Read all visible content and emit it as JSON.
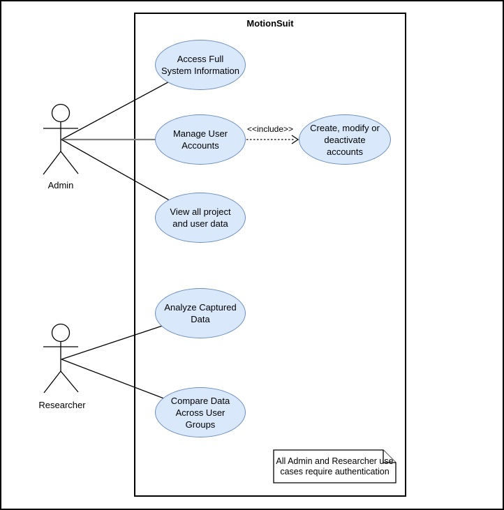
{
  "diagram": {
    "type": "uml-use-case",
    "system_title": "MotionSuit",
    "actors": [
      {
        "label": "Admin"
      },
      {
        "label": "Researcher"
      }
    ],
    "use_cases": [
      {
        "label": "Access Full System Information"
      },
      {
        "label": "Manage User Accounts"
      },
      {
        "label": "Create, modify or deactivate accounts"
      },
      {
        "label": "View all project and user data"
      },
      {
        "label": "Analyze Captured Data"
      },
      {
        "label": "Compare Data Across User Groups"
      }
    ],
    "relationships": {
      "include_label": "<<include>>",
      "associations": [
        {
          "from": "Admin",
          "to": "Access Full System Information",
          "style": "solid"
        },
        {
          "from": "Admin",
          "to": "Manage User Accounts",
          "style": "solid-gray-highlight"
        },
        {
          "from": "Admin",
          "to": "View all project and user data",
          "style": "solid"
        },
        {
          "from": "Researcher",
          "to": "Analyze Captured Data",
          "style": "solid"
        },
        {
          "from": "Researcher",
          "to": "Compare Data Across User Groups",
          "style": "solid"
        },
        {
          "from": "Manage User Accounts",
          "to": "Create, modify or deactivate accounts",
          "style": "dashed-include-arrow"
        }
      ]
    },
    "note": {
      "text": "All Admin and Researcher use cases require authentication"
    },
    "colors": {
      "usecase_fill": "#dae8fc",
      "usecase_stroke": "#6c8ebf",
      "line": "#000000",
      "highlight_line": "#808080",
      "note_fill": "#ffffff",
      "note_stroke": "#000000",
      "boundary_stroke": "#000000"
    }
  }
}
